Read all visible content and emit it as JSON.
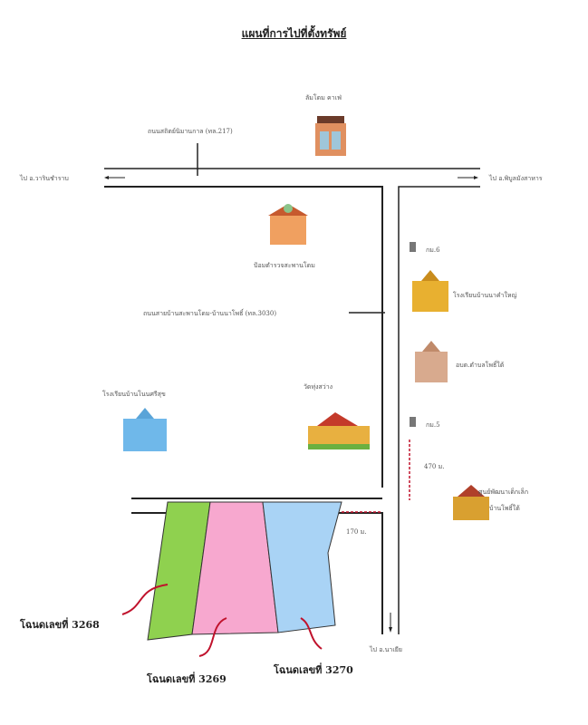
{
  "title": "แผนที่การไปที่ตั้งทรัพย์",
  "labels": {
    "cafe": "ลัมโดม คาเฟ่",
    "road_main": "ถนนสถิตย์นิมานกาล (ทล.217)",
    "to_left": "ไป อ.วารินชำราบ",
    "to_right": "ไป อ.พิบูลมังสาหาร",
    "police": "ป้อมตำรวจสะพานโดม",
    "road_side": "ถนนสายบ้านสะพานโดม-บ้านนาโพธิ์ (ทล.3030)",
    "km_marker_1": "กม.6",
    "school_right": "โรงเรียนบ้านนาคำใหญ่",
    "sao": "อบต.ตำบลโพธิ์ใต้",
    "km_marker_2": "กม.5",
    "distance_vertical": "470 ม.",
    "child_center": "ศูนย์พัฒนาเด็กเล็ก",
    "child_center_2": "บ้านโพธิ์ใต้",
    "school_left": "โรงเรียนบ้านโนนศรีสุข",
    "temple": "วัดทุ่งสว่าง",
    "distance_horizontal": "170 ม.",
    "to_bottom": "ไป อ.นาเยีย"
  },
  "plots": [
    "โฉนดเลขที่ 3268",
    "โฉนดเลขที่ 3269",
    "โฉนดเลขที่ 3270"
  ],
  "colors": {
    "plot1": "#8fd14f",
    "plot2": "#f7a8cf",
    "plot3": "#a9d3f5",
    "arrow": "#c0122c",
    "road": "#222222"
  }
}
